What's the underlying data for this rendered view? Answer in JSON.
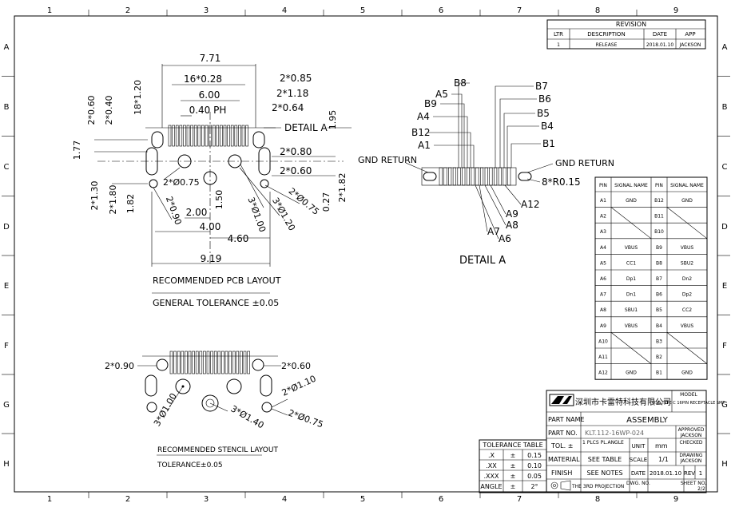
{
  "grid": {
    "columns": [
      "1",
      "2",
      "3",
      "4",
      "5",
      "6",
      "7",
      "8",
      "9"
    ],
    "rows": [
      "A",
      "B",
      "C",
      "D",
      "E",
      "F",
      "G",
      "H"
    ]
  },
  "revision": {
    "title": "REVISION",
    "headers": [
      "LTR",
      "DESCRIPTION",
      "DATE",
      "APP"
    ],
    "row": [
      "1",
      "RELEASE",
      "2018.01.10",
      "JACKSON"
    ]
  },
  "pcb_layout": {
    "dims": [
      "7.71",
      "16*0.28",
      "6.00",
      "0.40 PH",
      "2*0.85",
      "2*1.18",
      "2*0.64",
      "1.95",
      "2*0.60",
      "2*0.40",
      "18*1.20",
      "1.77",
      "2*0.80",
      "2*0.60",
      "2*1.82",
      "0.27",
      "2*Ø0.75",
      "2*0.90",
      "2*1.30",
      "2*1.80",
      "1.82",
      "2.00",
      "1.50",
      "4.00",
      "3*Ø1.00",
      "3*Ø1.20",
      "2*Ø0.75",
      "4.60",
      "9.19"
    ],
    "detail_label": "DETAIL A",
    "title": "RECOMMENDED PCB LAYOUT",
    "tolerance": "GENERAL TOLERANCE ±0.05"
  },
  "detail_a": {
    "top_labels": [
      "B8",
      "A5",
      "B9",
      "A4",
      "B12",
      "A1"
    ],
    "top_right_labels": [
      "B7",
      "B6",
      "B5",
      "B4",
      "B1"
    ],
    "bottom_labels": [
      "A12",
      "A9",
      "A8",
      "A7",
      "A6"
    ],
    "gnd_left": "GND RETURN",
    "gnd_right": "GND RETURN",
    "radius": "8*R0.15",
    "title": "DETAIL A"
  },
  "stencil": {
    "dims": [
      "2*0.90",
      "2*0.60",
      "3*Ø1.00",
      "2*Ø1.10",
      "3*Ø1.40",
      "2*Ø0.75"
    ],
    "title": "RECOMMENDED  STENCIL  LAYOUT",
    "tolerance": "TOLERANCE±0.05"
  },
  "pin_table": {
    "headers": [
      "PIN",
      "SIGNAL NAME",
      "PIN",
      "SIGNAL NAME"
    ],
    "rows": [
      [
        "A1",
        "GND",
        "B12",
        "GND"
      ],
      [
        "A2",
        "",
        "B11",
        ""
      ],
      [
        "A3",
        "",
        "B10",
        ""
      ],
      [
        "A4",
        "VBUS",
        "B9",
        "VBUS"
      ],
      [
        "A5",
        "CC1",
        "B8",
        "SBU2"
      ],
      [
        "A6",
        "Dp1",
        "B7",
        "Dn2"
      ],
      [
        "A7",
        "Dn1",
        "B6",
        "Dp2"
      ],
      [
        "A8",
        "SBU1",
        "B5",
        "CC2"
      ],
      [
        "A9",
        "VBUS",
        "B4",
        "VBUS"
      ],
      [
        "A10",
        "",
        "B3",
        ""
      ],
      [
        "A11",
        "",
        "B2",
        ""
      ],
      [
        "A12",
        "GND",
        "B1",
        "GND"
      ]
    ]
  },
  "title_block": {
    "company": "深圳市卡雷特科技有限公司",
    "model_label": "MODEL",
    "model_text": "USB TYPE C 16PIN RECEPTACLE SMT",
    "part_name_label": "PART NAME",
    "part_name": "ASSEMBLY",
    "part_no_label": "PART NO.",
    "part_no": "KLT.112-16WP-024",
    "approved_label": "APPROVED",
    "approved": "JACKSON",
    "checked_label": "CHECKED",
    "tol_label": "TOL. ±",
    "tol_value": "1 PLCS  PL.ANGLE",
    "unit_label": "UNIT",
    "unit": "mm",
    "drawing_label": "DRAWING",
    "drawing": "JACKSON",
    "material_label": "MATERIAL",
    "material": "SEE TABLE",
    "scale_label": "SCALE",
    "scale": "1/1",
    "finish_label": "FINISH",
    "finish": "SEE NOTES",
    "date_label": "DATE",
    "date": "2018.01.10",
    "rev_label": "REV",
    "rev": "1",
    "projection": "THE 3RD PROJECTION",
    "dwg_label": "DWG. NO.",
    "sheet_label": "SHEET NO.",
    "sheet": "2/2"
  },
  "tolerance_table": {
    "title": "TOLERANCE TABLE",
    "rows": [
      [
        ".X",
        "±",
        "0.15"
      ],
      [
        ".XX",
        "±",
        "0.10"
      ],
      [
        ".XXX",
        "±",
        "0.05"
      ],
      [
        "ANGLE",
        "±",
        "2°"
      ]
    ]
  }
}
